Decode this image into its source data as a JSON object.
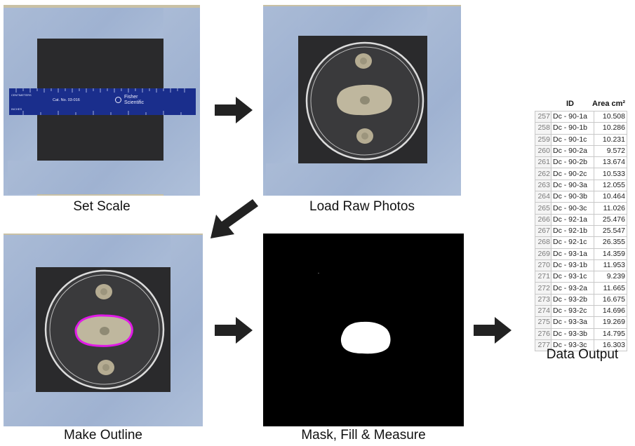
{
  "captions": {
    "set_scale": "Set Scale",
    "load_raw": "Load Raw Photos",
    "make_outline": "Make Outline",
    "mask_fill": "Mask, Fill & Measure",
    "data_output": "Data Output"
  },
  "ruler": {
    "cat_no": "Cat. No. 03-016",
    "brand_line1": "Fisher",
    "brand_line2": "Scientific",
    "centimeters": "CENTIMETERS",
    "inches": "INCHES"
  },
  "table": {
    "headers": [
      "ID",
      "Area cm²"
    ],
    "rows": [
      {
        "n": "257",
        "id": "Dc - 90-1a",
        "area": "10.508"
      },
      {
        "n": "258",
        "id": "Dc - 90-1b",
        "area": "10.286"
      },
      {
        "n": "259",
        "id": "Dc - 90-1c",
        "area": "10.231"
      },
      {
        "n": "260",
        "id": "Dc - 90-2a",
        "area": "9.572"
      },
      {
        "n": "261",
        "id": "Dc - 90-2b",
        "area": "13.674"
      },
      {
        "n": "262",
        "id": "Dc - 90-2c",
        "area": "10.533"
      },
      {
        "n": "263",
        "id": "Dc - 90-3a",
        "area": "12.055"
      },
      {
        "n": "264",
        "id": "Dc - 90-3b",
        "area": "10.464"
      },
      {
        "n": "265",
        "id": "Dc - 90-3c",
        "area": "11.026"
      },
      {
        "n": "266",
        "id": "Dc - 92-1a",
        "area": "25.476"
      },
      {
        "n": "267",
        "id": "Dc - 92-1b",
        "area": "25.547"
      },
      {
        "n": "268",
        "id": "Dc - 92-1c",
        "area": "26.355"
      },
      {
        "n": "269",
        "id": "Dc - 93-1a",
        "area": "14.359"
      },
      {
        "n": "270",
        "id": "Dc - 93-1b",
        "area": "11.953"
      },
      {
        "n": "271",
        "id": "Dc - 93-1c",
        "area": "9.239"
      },
      {
        "n": "272",
        "id": "Dc - 93-2a",
        "area": "11.665"
      },
      {
        "n": "273",
        "id": "Dc - 93-2b",
        "area": "16.675"
      },
      {
        "n": "274",
        "id": "Dc - 93-2c",
        "area": "14.696"
      },
      {
        "n": "275",
        "id": "Dc - 93-3a",
        "area": "19.269"
      },
      {
        "n": "276",
        "id": "Dc - 93-3b",
        "area": "14.795"
      },
      {
        "n": "277",
        "id": "Dc - 93-3c",
        "area": "16.303"
      }
    ]
  },
  "colors": {
    "outline": "#e01ae6",
    "ruler": "#1a2e8c",
    "tape": "#a7b8d4",
    "board": "#2a2a2c",
    "arrow": "#222222"
  }
}
